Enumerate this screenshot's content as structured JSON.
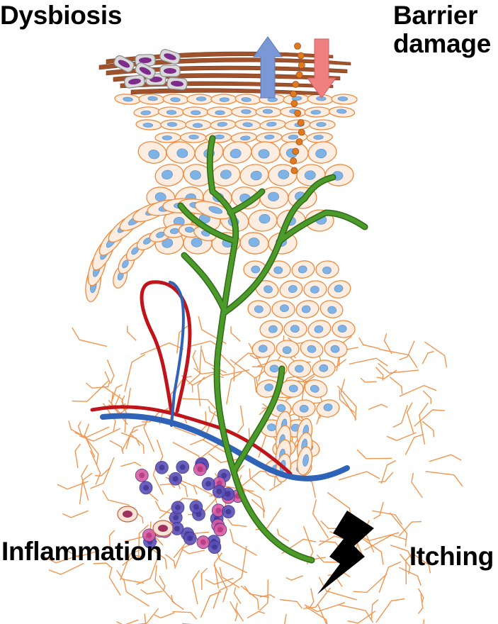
{
  "labels": {
    "dysbiosis": "Dysbiosis",
    "barrier_line1": "Barrier",
    "barrier_line2": "damage",
    "inflammation": "Inflammation",
    "itching": "Itching"
  },
  "colors": {
    "cell_outline": "#f08a3c",
    "cell_fill": "#fdece0",
    "nucleus": "#7fb3e6",
    "nerve": "#4c9a2a",
    "nerve_outline": "#2f6b18",
    "artery": "#c0141b",
    "vein": "#2f63b8",
    "stratum_corneum": "#a0522d",
    "bacteria": "#7d2c8c",
    "arrow_up": "#7a98d6",
    "arrow_down": "#f08080",
    "dots": "#e07a1f",
    "lightning": "#000000",
    "immune_cell_a": "#5a4fb8",
    "immune_cell_b": "#d85aa0"
  },
  "icons": [
    "bacteria-icon",
    "up-arrow-icon",
    "down-arrow-icon",
    "lightning-icon",
    "immune-cell-icon"
  ]
}
